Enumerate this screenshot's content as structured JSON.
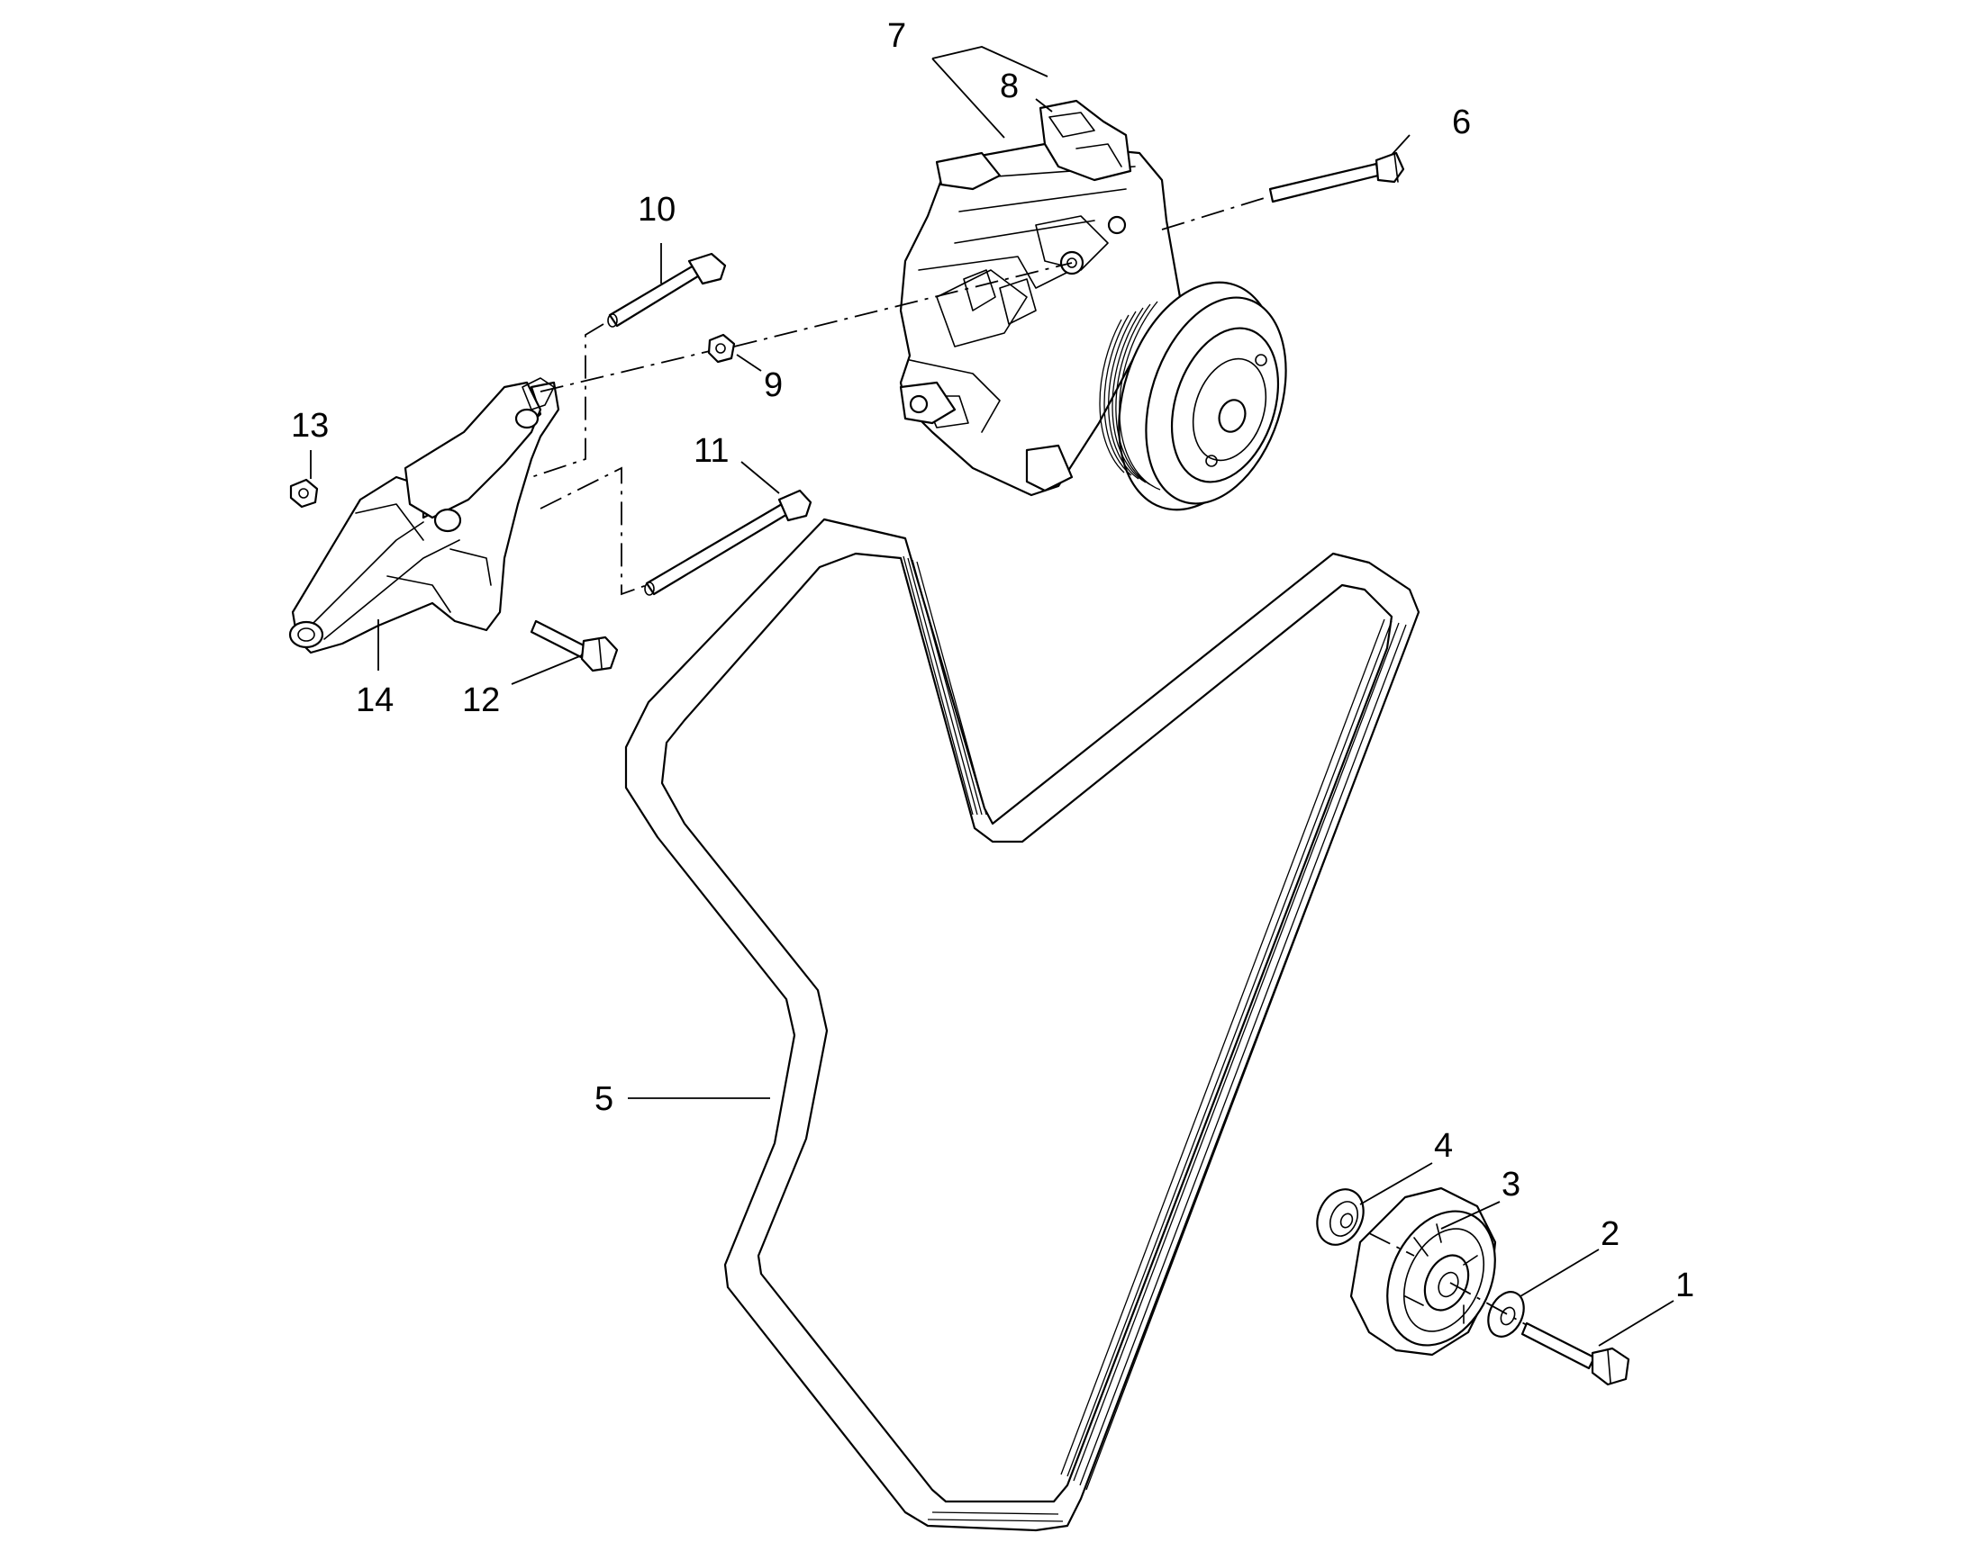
{
  "colors": {
    "background": "#ffffff",
    "line": "#000000"
  },
  "callouts": {
    "c1": "1",
    "c2": "2",
    "c3": "3",
    "c4": "4",
    "c5": "5",
    "c6": "6",
    "c7": "7",
    "c8": "8",
    "c9": "9",
    "c10": "10",
    "c11": "11",
    "c12": "12",
    "c13": "13",
    "c14": "14"
  }
}
